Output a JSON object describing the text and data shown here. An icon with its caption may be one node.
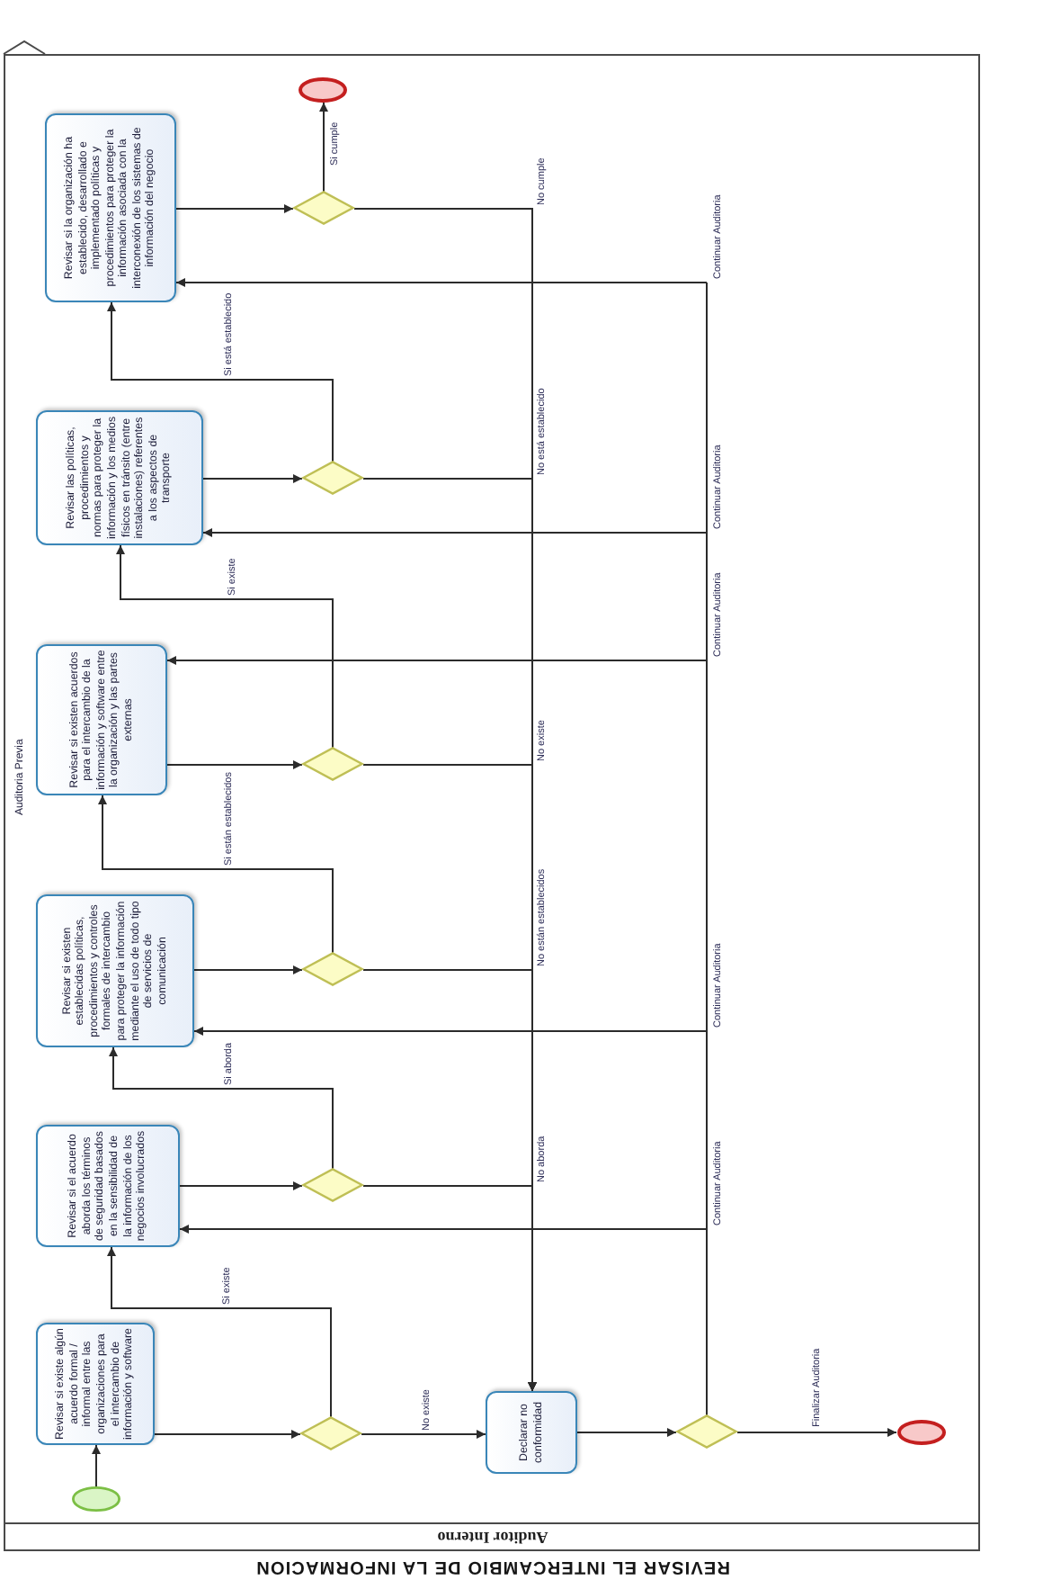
{
  "diagram": {
    "title": "REVISAR EL INTERCAMBIO DE LA INFORMACION",
    "nodes": [
      {
        "text": [
          "Auditor Interno"
        ]
      },
      {
        "text": [],
        "shape": "circle",
        "in": 0
      },
      {
        "text": [
          "Revisar si existe algún acuerdo formal / informal entre las organizaciones para el intercambio de información y software"
        ],
        "in": 0
      },
      {
        "text": [],
        "shape": "diamond",
        "in": 0
      },
      {
        "text": [
          "Revisar si el acuerdo aborda los términos de seguridad basados en la sensibilidad de la información de los negocios involucrados"
        ],
        "in": 0
      },
      {
        "text": [],
        "shape": "diamond",
        "in": 0
      },
      {
        "text": [
          "Revisar si existen establecidas políticas, procedimientos y controles formales de intercambio para proteger la información mediante el uso de todo tipo de servicios de comunicación"
        ],
        "in": 0
      },
      {
        "text": [],
        "shape": "diamond",
        "in": 0
      },
      {
        "text": [
          "Revisar si existen acuerdos para el intercambio de la información y software entre la organización y las partes externas"
        ],
        "in": 0
      },
      {
        "text": [],
        "shape": "diamond",
        "in": 0
      },
      {
        "text": [
          "Revisar las políticas, procedimientos y normas para proteger la información y los medios físicos en tránsito (entre instalaciones) referentes a los aspectos de transporte"
        ],
        "in": 0
      },
      {
        "text": [],
        "shape": "diamond",
        "in": 0
      },
      {
        "text": [
          "Revisar si la organización ha establecido, desarrollado e implementado políticas y procedimientos para proteger la información asociada con la interconexión de los sistemas de información del negocio"
        ],
        "in": 0
      },
      {
        "text": [],
        "shape": "diamond",
        "in": 0
      },
      {
        "text": [],
        "shape": "circle",
        "in": 0
      },
      {
        "text": [
          "Declarar no conformidad"
        ],
        "in": 0
      },
      {
        "text": [],
        "shape": "diamond",
        "in": 0
      },
      {
        "text": [],
        "shape": "circle",
        "in": 0
      }
    ],
    "edges": [
      {
        "from": 1,
        "to": 2,
        "arrow": "to"
      },
      {
        "from": 2,
        "to": 3,
        "arrow": "to"
      },
      {
        "from": 3,
        "to": 4,
        "arrow": "to",
        "label": "Si existe"
      },
      {
        "from": 3,
        "to": 15,
        "arrow": "to",
        "label": "No existe"
      },
      {
        "from": 4,
        "to": 5,
        "arrow": "to"
      },
      {
        "from": 5,
        "to": 6,
        "arrow": "to",
        "label": "Si aborda"
      },
      {
        "from": 5,
        "to": 15,
        "arrow": "to",
        "label": "No aborda"
      },
      {
        "from": 6,
        "to": 7,
        "arrow": "to"
      },
      {
        "from": 7,
        "to": 8,
        "arrow": "to",
        "label": "Si están establecidos"
      },
      {
        "from": 7,
        "to": 15,
        "arrow": "to",
        "label": "No están establecidos"
      },
      {
        "from": 8,
        "to": 9,
        "arrow": "to"
      },
      {
        "from": 9,
        "to": 10,
        "arrow": "to",
        "label": "Si existe"
      },
      {
        "from": 9,
        "to": 15,
        "arrow": "to",
        "label": "No existe"
      },
      {
        "from": 10,
        "to": 11,
        "arrow": "to"
      },
      {
        "from": 11,
        "to": 12,
        "arrow": "to",
        "label": "Si está establecido"
      },
      {
        "from": 11,
        "to": 15,
        "arrow": "to",
        "label": "No está establecido"
      },
      {
        "from": 12,
        "to": 13,
        "arrow": "to"
      },
      {
        "from": 13,
        "to": 14,
        "arrow": "to",
        "label": "Si cumple"
      },
      {
        "from": 13,
        "to": 15,
        "arrow": "to",
        "label": "No cumple"
      },
      {
        "from": 15,
        "to": 16,
        "arrow": "to"
      },
      {
        "from": 16,
        "to": 17,
        "arrow": "to",
        "label": "Finalizar Auditoria"
      },
      {
        "from": 16,
        "to": 4,
        "arrow": "to",
        "label": "Continuar Auditoria"
      },
      {
        "from": 16,
        "to": 6,
        "arrow": "to",
        "label": "Continuar Auditoria"
      },
      {
        "from": 16,
        "to": 8,
        "arrow": "to",
        "label": "Continuar Auditoria"
      },
      {
        "from": 16,
        "to": 10,
        "arrow": "to",
        "label": "Continuar Auditoria"
      },
      {
        "from": 16,
        "to": 12,
        "arrow": "to",
        "label": "Continuar Auditoria"
      }
    ],
    "labels": [
      "Auditoria Previa"
    ]
  }
}
